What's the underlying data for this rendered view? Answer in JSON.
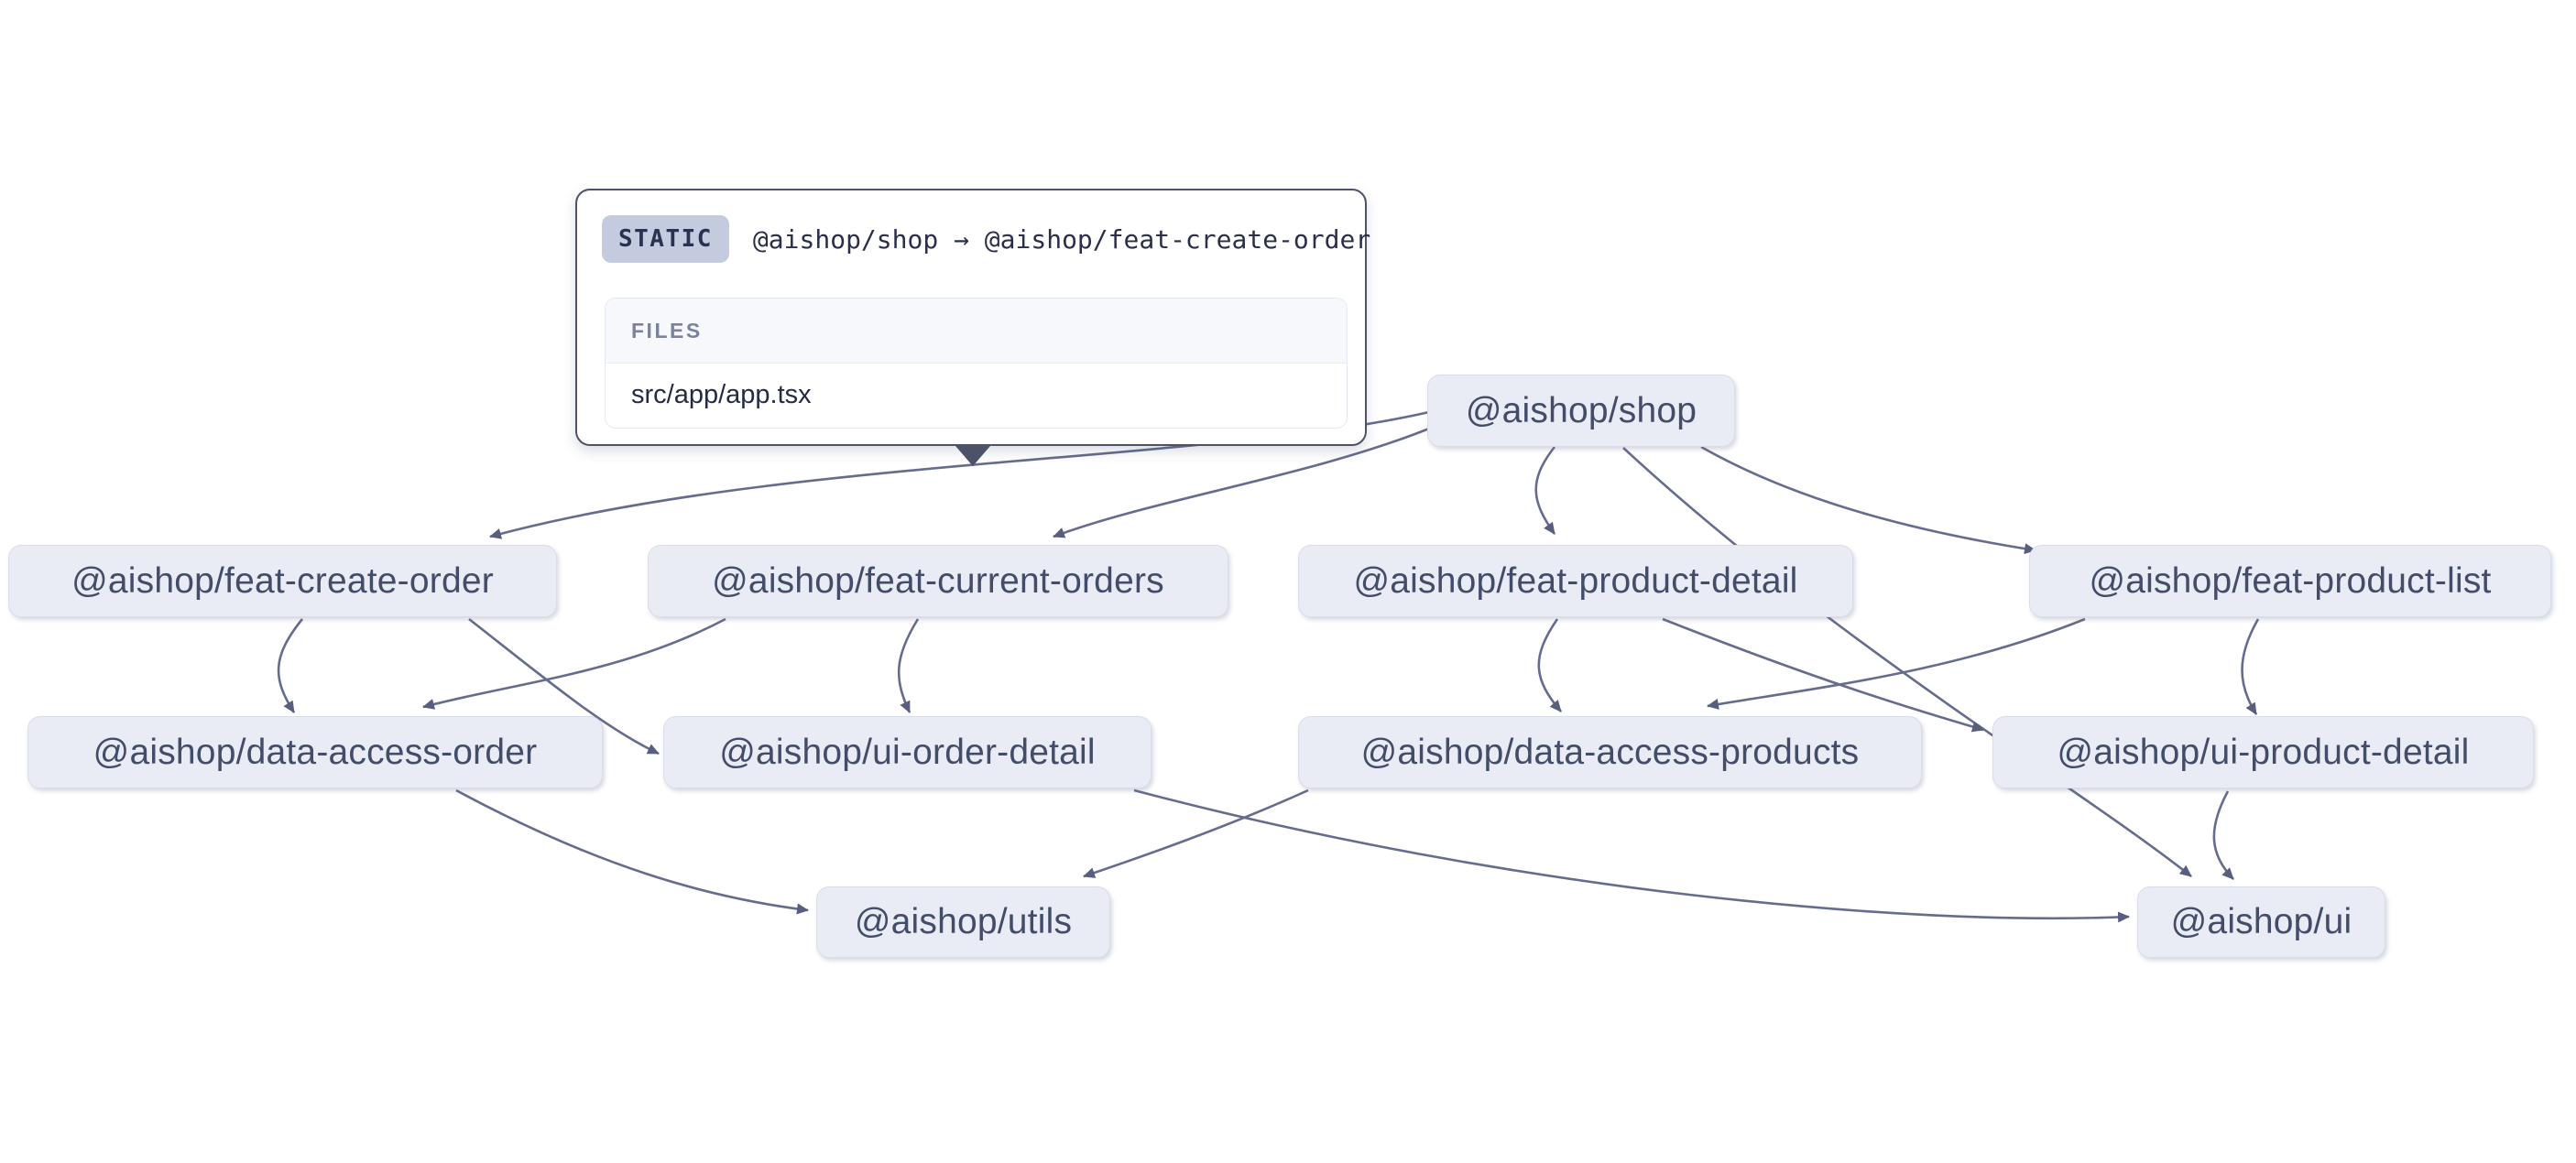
{
  "app": {
    "description": "Nx project dependency graph view",
    "background": "#ffffff"
  },
  "tooltip": {
    "type_badge": "STATIC",
    "title": "@aishop/shop → @aishop/feat-create-order",
    "files_header": "FILES",
    "files": [
      "src/app/app.tsx"
    ]
  },
  "graph": {
    "nodes": {
      "shop": {
        "label": "@aishop/shop"
      },
      "feat_create_order": {
        "label": "@aishop/feat-create-order"
      },
      "feat_current_orders": {
        "label": "@aishop/feat-current-orders"
      },
      "feat_product_detail": {
        "label": "@aishop/feat-product-detail"
      },
      "feat_product_list": {
        "label": "@aishop/feat-product-list"
      },
      "data_access_order": {
        "label": "@aishop/data-access-order"
      },
      "ui_order_detail": {
        "label": "@aishop/ui-order-detail"
      },
      "data_access_products": {
        "label": "@aishop/data-access-products"
      },
      "ui_product_detail": {
        "label": "@aishop/ui-product-detail"
      },
      "utils": {
        "label": "@aishop/utils"
      },
      "ui": {
        "label": "@aishop/ui"
      }
    },
    "edges": [
      {
        "from": "@aishop/shop",
        "to": "@aishop/feat-create-order",
        "type": "static"
      },
      {
        "from": "@aishop/shop",
        "to": "@aishop/feat-current-orders"
      },
      {
        "from": "@aishop/shop",
        "to": "@aishop/feat-product-detail"
      },
      {
        "from": "@aishop/shop",
        "to": "@aishop/feat-product-list"
      },
      {
        "from": "@aishop/shop",
        "to": "@aishop/ui"
      },
      {
        "from": "@aishop/feat-create-order",
        "to": "@aishop/data-access-order"
      },
      {
        "from": "@aishop/feat-create-order",
        "to": "@aishop/ui-order-detail"
      },
      {
        "from": "@aishop/feat-current-orders",
        "to": "@aishop/data-access-order"
      },
      {
        "from": "@aishop/feat-current-orders",
        "to": "@aishop/ui-order-detail"
      },
      {
        "from": "@aishop/feat-product-detail",
        "to": "@aishop/data-access-products"
      },
      {
        "from": "@aishop/feat-product-detail",
        "to": "@aishop/ui-product-detail"
      },
      {
        "from": "@aishop/feat-product-list",
        "to": "@aishop/data-access-products"
      },
      {
        "from": "@aishop/feat-product-list",
        "to": "@aishop/ui-product-detail"
      },
      {
        "from": "@aishop/data-access-order",
        "to": "@aishop/utils"
      },
      {
        "from": "@aishop/data-access-products",
        "to": "@aishop/utils"
      },
      {
        "from": "@aishop/ui-order-detail",
        "to": "@aishop/ui"
      },
      {
        "from": "@aishop/ui-product-detail",
        "to": "@aishop/ui"
      }
    ]
  },
  "colors": {
    "node_fill": "#e9ecf4",
    "node_border": "#d8ddea",
    "node_text": "#434d69",
    "edge_stroke": "#656c8d",
    "arrowhead": "#575e7e",
    "tooltip_border": "#4d5269",
    "badge_fill": "#c5cbdf",
    "files_header_fill": "#f7f8fb"
  }
}
